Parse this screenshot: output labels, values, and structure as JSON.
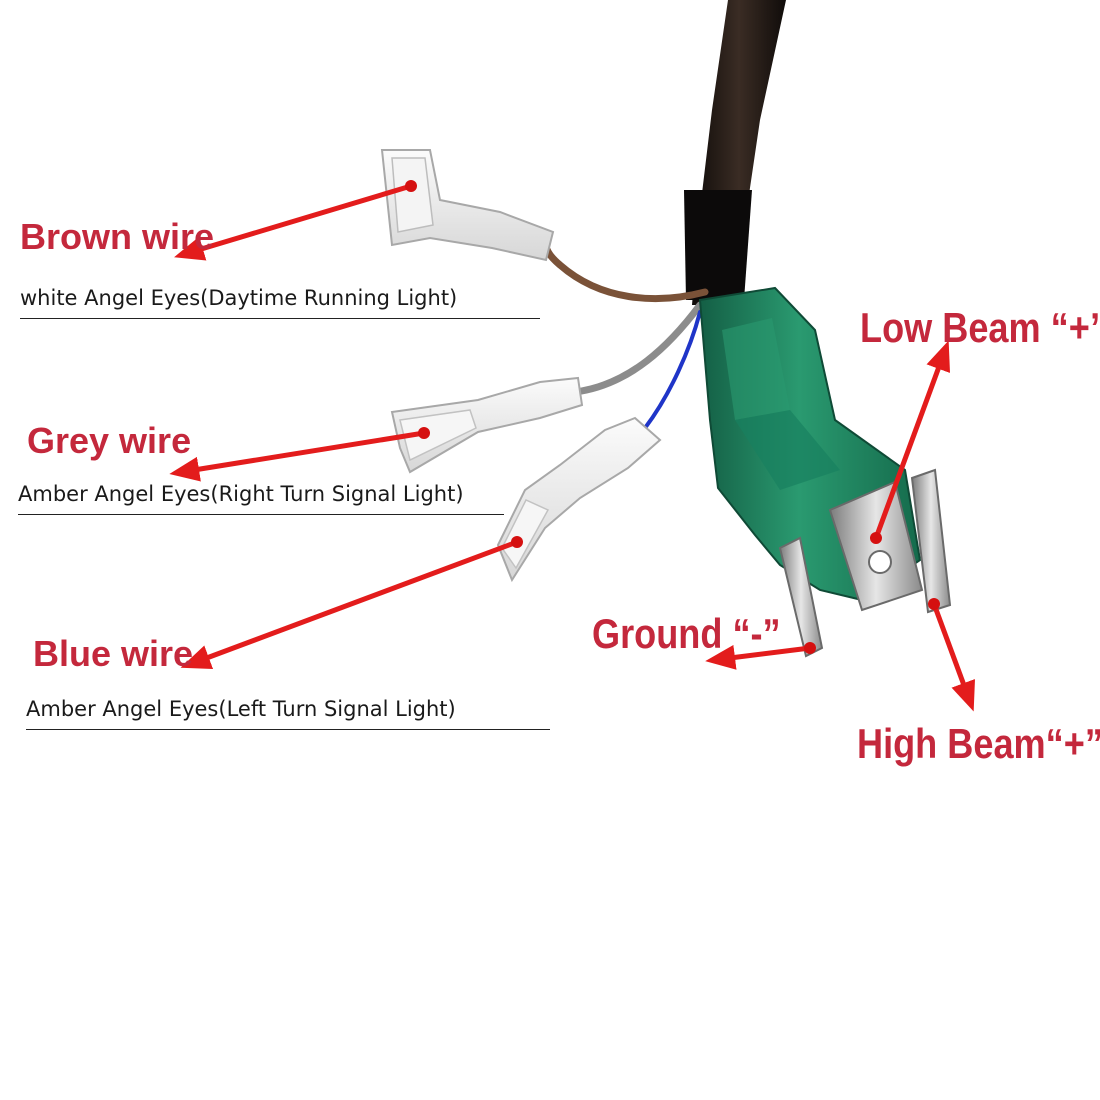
{
  "labels": {
    "brown": {
      "title": "Brown wire",
      "desc": "white Angel Eyes(Daytime Running Light)"
    },
    "grey": {
      "title": "Grey wire",
      "desc": "Amber Angel Eyes(Right Turn Signal Light)"
    },
    "blue": {
      "title": "Blue wire",
      "desc": "Amber Angel Eyes(Left Turn Signal Light)"
    },
    "low_beam": "Low Beam “+”",
    "ground": "Ground “-”",
    "high_beam": "High Beam“+”"
  },
  "colors": {
    "label_red": "#c4283c",
    "arrow_red": "#e31c1c",
    "connector_green": "#1f8a63",
    "cable_black": "#1c1512",
    "wire_brown": "#7a5238",
    "wire_grey": "#8c8c8c",
    "wire_blue": "#1f35c8"
  }
}
